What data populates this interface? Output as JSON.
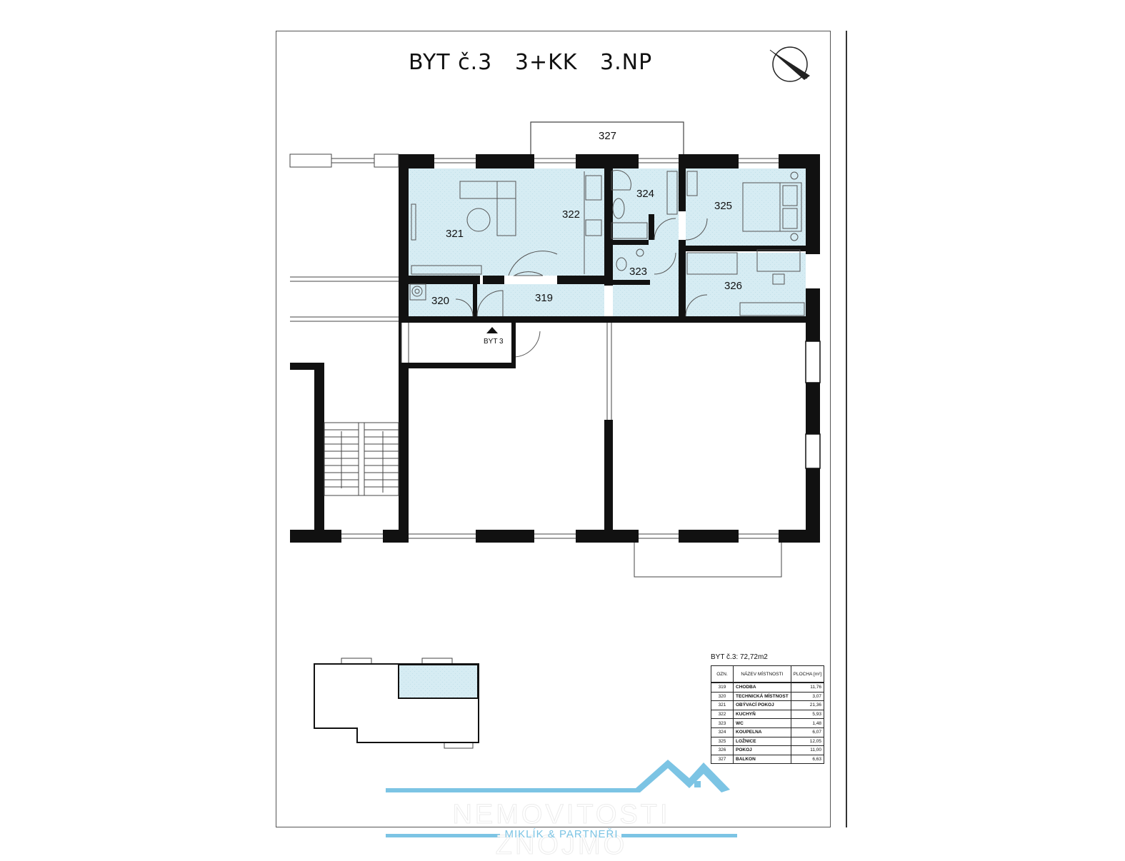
{
  "plan": {
    "title": "BYT č.3   3+KK   3.NP",
    "room_labels": [
      "321",
      "322",
      "324",
      "325",
      "319",
      "320",
      "323",
      "326",
      "327"
    ],
    "entrance_label": "BYT 3",
    "room_fill_color": "#d6ecf3",
    "wall_color": "#111111"
  },
  "summary": {
    "label": "BYT č.3:",
    "area": "72,72m2"
  },
  "table": {
    "headers": [
      "OZN.",
      "NÁZEV MÍSTNOSTI",
      "PLOCHA [m²]"
    ],
    "rows": [
      [
        "319",
        "CHODBA",
        "11,76"
      ],
      [
        "320",
        "TECHNICKÁ MÍSTNOST",
        "3,07"
      ],
      [
        "321",
        "OBÝVACÍ POKOJ",
        "21,36"
      ],
      [
        "322",
        "KUCHYŇ",
        "5,93"
      ],
      [
        "323",
        "WC",
        "1,48"
      ],
      [
        "324",
        "KOUPELNA",
        "6,07"
      ],
      [
        "325",
        "LOŽNICE",
        "12,05"
      ],
      [
        "326",
        "POKOJ",
        "11,00"
      ],
      [
        "327",
        "BALKON",
        "6,63"
      ]
    ]
  },
  "watermark": {
    "text": "NEMOVITOSTI ZNOJMO",
    "subtitle": "MIKLÍK & PARTNEŘI",
    "color": "#7cc4e4"
  },
  "icons": [
    "north-arrow-icon",
    "entrance-triangle-icon",
    "house-roof-logo-icon"
  ]
}
